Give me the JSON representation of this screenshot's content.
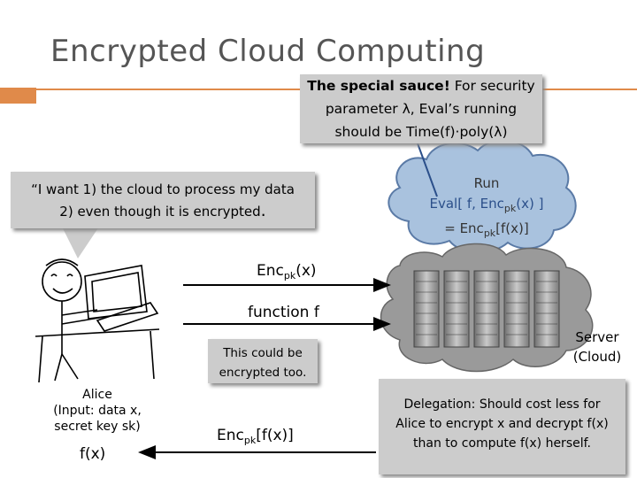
{
  "title": "Encrypted Cloud Computing",
  "sauce": {
    "bold": "The special sauce!",
    "line1": " For security",
    "line2": "parameter λ, Eval’s running",
    "line3": "should be Time(f)·poly(λ)"
  },
  "alice_quote": {
    "line1": "“I want 1) the cloud to process my data",
    "line2": "2) even though it is encrypted",
    "period": "."
  },
  "run": {
    "line1": "Run",
    "eval_prefix": "Eval[ f, Enc",
    "eval_sub": "pk",
    "eval_suffix": "(x) ]",
    "result_prefix": "= Enc",
    "result_sub": "pk",
    "result_suffix": "[f(x)]"
  },
  "arrows": {
    "enc_x_prefix": "Enc",
    "enc_x_sub": "pk",
    "enc_x_suffix": "(x)",
    "function_f": "function f",
    "enc_fx_prefix": "Enc",
    "enc_fx_sub": "pk",
    "enc_fx_suffix": "[f(x)]"
  },
  "encrypted_note": {
    "line1": "This could be",
    "line2": "encrypted too."
  },
  "alice": {
    "line1": "Alice",
    "line2": "(Input: data x,",
    "line3": "secret key sk)",
    "fx": "f(x)"
  },
  "server": {
    "line1": "Server",
    "line2": "(Cloud)"
  },
  "delegation": {
    "line1": "Delegation: Should cost less for",
    "line2": "Alice to encrypt x and decrypt f(x)",
    "line3": "than to compute f(x) herself",
    "period": "."
  },
  "colors": {
    "accent": "#e08a4a",
    "cloud_fill": "#a9c2de",
    "cloud_stroke": "#5a7aa6",
    "box_fill": "#cccccc"
  }
}
